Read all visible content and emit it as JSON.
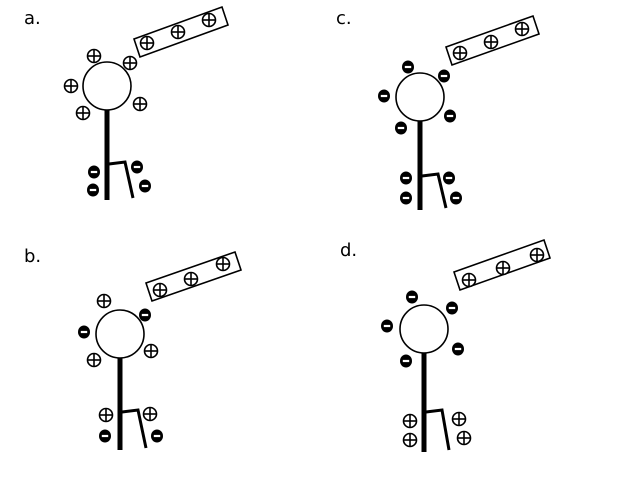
{
  "panels": [
    {
      "label": "a.",
      "rod_charges": [
        "positive",
        "positive",
        "positive"
      ],
      "sphere_charges": [
        "positive",
        "positive",
        "positive",
        "positive",
        "positive"
      ],
      "leaf_charges": [
        "negative",
        "negative",
        "negative",
        "negative"
      ]
    },
    {
      "label": "b.",
      "rod_charges": [
        "positive",
        "positive",
        "positive"
      ],
      "sphere_charges": [
        "positive",
        "negative",
        "negative",
        "positive",
        "positive"
      ],
      "leaf_charges": [
        "positive",
        "positive",
        "negative",
        "negative"
      ]
    },
    {
      "label": "c.",
      "rod_charges": [
        "positive",
        "positive",
        "positive"
      ],
      "sphere_charges": [
        "negative",
        "negative",
        "negative",
        "negative",
        "negative"
      ],
      "leaf_charges": [
        "negative",
        "negative",
        "negative",
        "negative"
      ]
    },
    {
      "label": "d.",
      "rod_charges": [
        "positive",
        "positive",
        "positive"
      ],
      "sphere_charges": [
        "negative",
        "negative",
        "negative",
        "negative",
        "negative"
      ],
      "leaf_charges": [
        "positive",
        "positive",
        "positive",
        "positive"
      ]
    }
  ],
  "colors": {
    "ink": "#000000",
    "paper": "#ffffff"
  }
}
